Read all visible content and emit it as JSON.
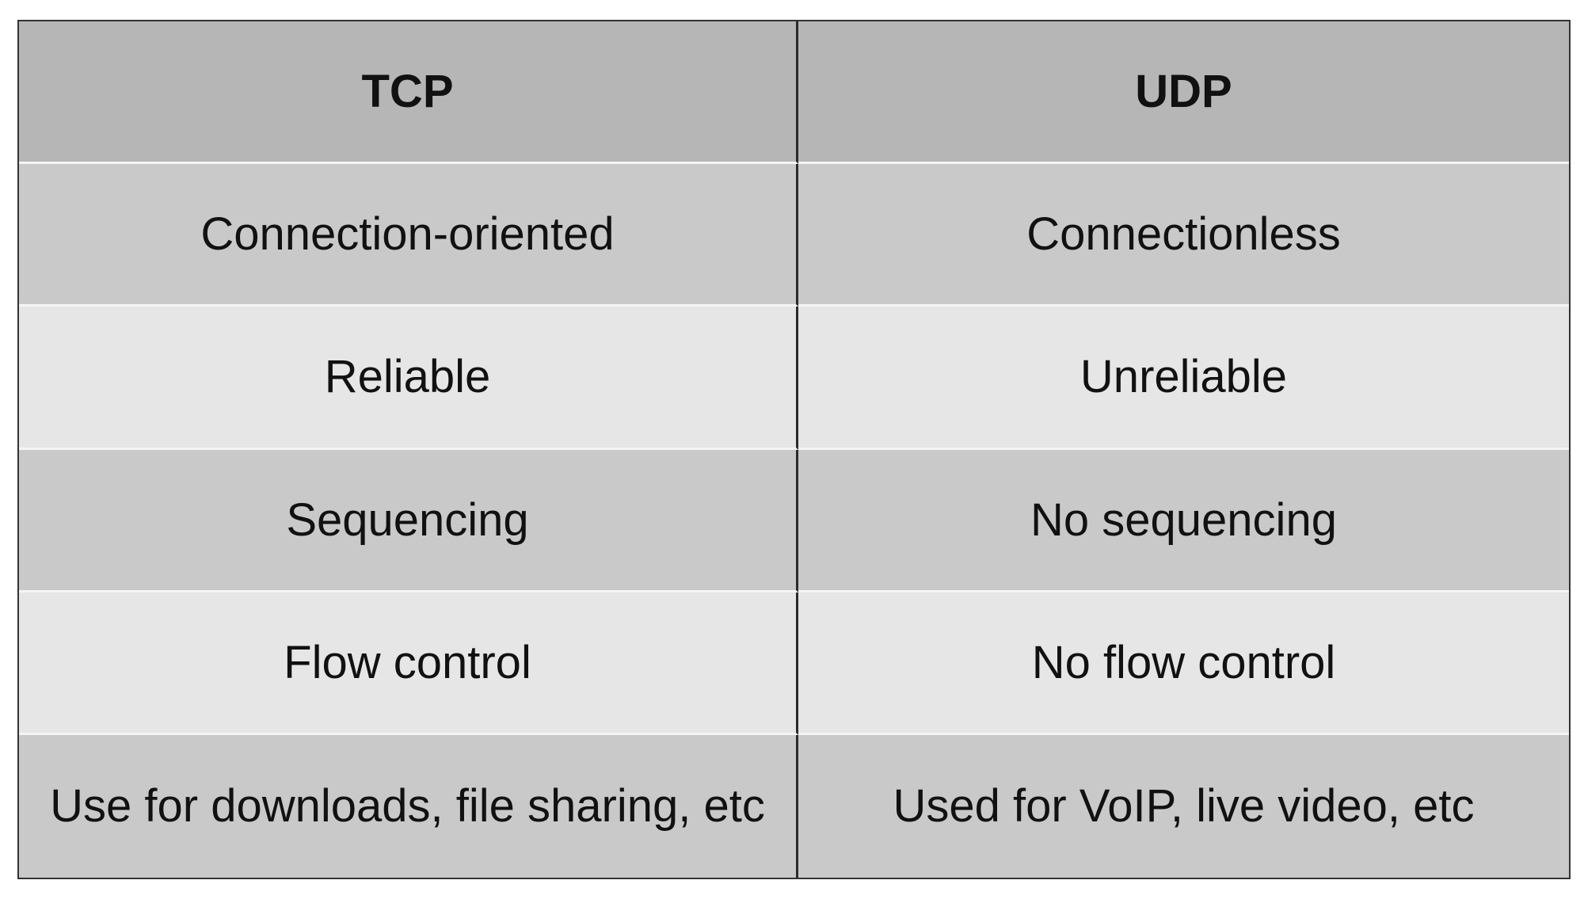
{
  "table": {
    "columns": [
      "TCP",
      "UDP"
    ],
    "rows": [
      [
        "Connection-oriented",
        "Connectionless"
      ],
      [
        "Reliable",
        "Unreliable"
      ],
      [
        "Sequencing",
        "No sequencing"
      ],
      [
        "Flow control",
        "No flow control"
      ],
      [
        "Use for downloads, file sharing, etc",
        "Used for VoIP, live video, etc"
      ]
    ]
  },
  "colors": {
    "header_bg": "#b6b6b6",
    "row_dark_bg": "#c9c9c9",
    "row_light_bg": "#e6e6e6",
    "grid_line": "#2b2b2b",
    "text": "#111111"
  }
}
